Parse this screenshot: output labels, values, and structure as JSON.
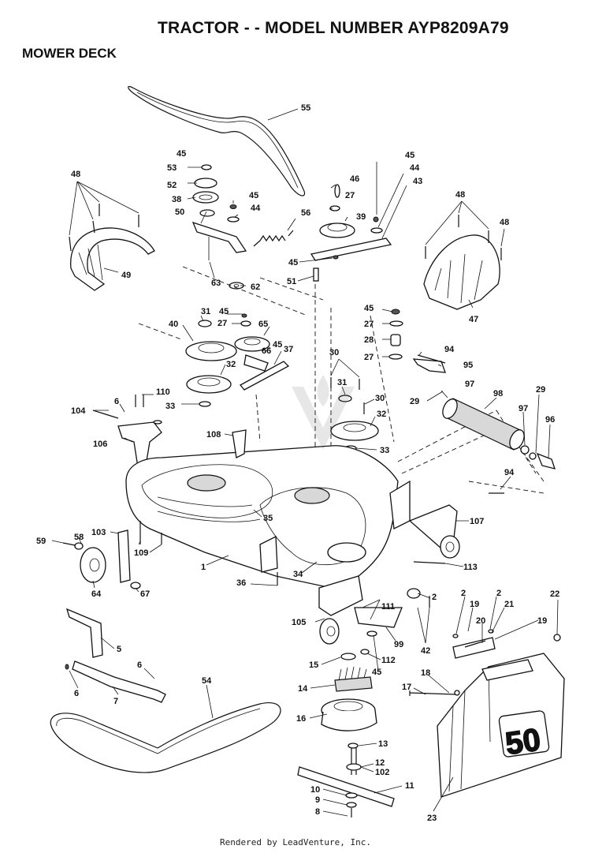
{
  "header": {
    "title": "TRACTOR - - MODEL NUMBER AYP8209A79",
    "subtitle": "MOWER DECK"
  },
  "footer": {
    "text": "Rendered by LeadVenture, Inc."
  },
  "decal_text": "50",
  "callouts": [
    {
      "id": "c55",
      "label": "55"
    },
    {
      "id": "c45a",
      "label": "45"
    },
    {
      "id": "c53",
      "label": "53"
    },
    {
      "id": "c52",
      "label": "52"
    },
    {
      "id": "c38",
      "label": "38"
    },
    {
      "id": "c50",
      "label": "50"
    },
    {
      "id": "c45b",
      "label": "45"
    },
    {
      "id": "c44a",
      "label": "44"
    },
    {
      "id": "c56",
      "label": "56"
    },
    {
      "id": "c46",
      "label": "46"
    },
    {
      "id": "c27a",
      "label": "27"
    },
    {
      "id": "c39",
      "label": "39"
    },
    {
      "id": "c45c",
      "label": "45"
    },
    {
      "id": "c44b",
      "label": "44"
    },
    {
      "id": "c43",
      "label": "43"
    },
    {
      "id": "c48a",
      "label": "48"
    },
    {
      "id": "c48b",
      "label": "48"
    },
    {
      "id": "c48c",
      "label": "48"
    },
    {
      "id": "c49",
      "label": "49"
    },
    {
      "id": "c47",
      "label": "47"
    },
    {
      "id": "c63",
      "label": "63"
    },
    {
      "id": "c62",
      "label": "62"
    },
    {
      "id": "c45d",
      "label": "45"
    },
    {
      "id": "c51",
      "label": "51"
    },
    {
      "id": "c31a",
      "label": "31"
    },
    {
      "id": "c45e",
      "label": "45"
    },
    {
      "id": "c40",
      "label": "40"
    },
    {
      "id": "c27b",
      "label": "27"
    },
    {
      "id": "c65",
      "label": "65"
    },
    {
      "id": "c45f",
      "label": "45"
    },
    {
      "id": "c37",
      "label": "37"
    },
    {
      "id": "c66",
      "label": "66"
    },
    {
      "id": "c32a",
      "label": "32"
    },
    {
      "id": "c45g",
      "label": "45"
    },
    {
      "id": "c27c",
      "label": "27"
    },
    {
      "id": "c28",
      "label": "28"
    },
    {
      "id": "c27d",
      "label": "27"
    },
    {
      "id": "c94a",
      "label": "94"
    },
    {
      "id": "c95",
      "label": "95"
    },
    {
      "id": "c30a",
      "label": "30"
    },
    {
      "id": "c31b",
      "label": "31"
    },
    {
      "id": "c30b",
      "label": "30"
    },
    {
      "id": "c29a",
      "label": "29"
    },
    {
      "id": "c97a",
      "label": "97"
    },
    {
      "id": "c98",
      "label": "98"
    },
    {
      "id": "c29b",
      "label": "29"
    },
    {
      "id": "c97b",
      "label": "97"
    },
    {
      "id": "c96",
      "label": "96"
    },
    {
      "id": "c110",
      "label": "110"
    },
    {
      "id": "c6a",
      "label": "6"
    },
    {
      "id": "c104",
      "label": "104"
    },
    {
      "id": "c33a",
      "label": "33"
    },
    {
      "id": "c32b",
      "label": "32"
    },
    {
      "id": "c33b",
      "label": "33"
    },
    {
      "id": "c106",
      "label": "106"
    },
    {
      "id": "c108",
      "label": "108"
    },
    {
      "id": "c94b",
      "label": "94"
    },
    {
      "id": "c107",
      "label": "107"
    },
    {
      "id": "c35",
      "label": "35"
    },
    {
      "id": "c103",
      "label": "103"
    },
    {
      "id": "c59",
      "label": "59"
    },
    {
      "id": "c58",
      "label": "58"
    },
    {
      "id": "c109",
      "label": "109"
    },
    {
      "id": "c1",
      "label": "1"
    },
    {
      "id": "c34",
      "label": "34"
    },
    {
      "id": "c113",
      "label": "113"
    },
    {
      "id": "c64",
      "label": "64"
    },
    {
      "id": "c67",
      "label": "67"
    },
    {
      "id": "c36",
      "label": "36"
    },
    {
      "id": "c2a",
      "label": "2"
    },
    {
      "id": "c111",
      "label": "111"
    },
    {
      "id": "c2b",
      "label": "2"
    },
    {
      "id": "c19a",
      "label": "19"
    },
    {
      "id": "c2c",
      "label": "2"
    },
    {
      "id": "c21",
      "label": "21"
    },
    {
      "id": "c22",
      "label": "22"
    },
    {
      "id": "c5",
      "label": "5"
    },
    {
      "id": "c105",
      "label": "105"
    },
    {
      "id": "c99",
      "label": "99"
    },
    {
      "id": "c42",
      "label": "42"
    },
    {
      "id": "c20",
      "label": "20"
    },
    {
      "id": "c19b",
      "label": "19"
    },
    {
      "id": "c15",
      "label": "15"
    },
    {
      "id": "c112",
      "label": "112"
    },
    {
      "id": "c45h",
      "label": "45"
    },
    {
      "id": "c6b",
      "label": "6"
    },
    {
      "id": "c6c",
      "label": "6"
    },
    {
      "id": "c7",
      "label": "7"
    },
    {
      "id": "c54",
      "label": "54"
    },
    {
      "id": "c14",
      "label": "14"
    },
    {
      "id": "c18",
      "label": "18"
    },
    {
      "id": "c17",
      "label": "17"
    },
    {
      "id": "c16",
      "label": "16"
    },
    {
      "id": "c13",
      "label": "13"
    },
    {
      "id": "c12",
      "label": "12"
    },
    {
      "id": "c102",
      "label": "102"
    },
    {
      "id": "c11",
      "label": "11"
    },
    {
      "id": "c10",
      "label": "10"
    },
    {
      "id": "c9",
      "label": "9"
    },
    {
      "id": "c8",
      "label": "8"
    },
    {
      "id": "c23",
      "label": "23"
    }
  ]
}
